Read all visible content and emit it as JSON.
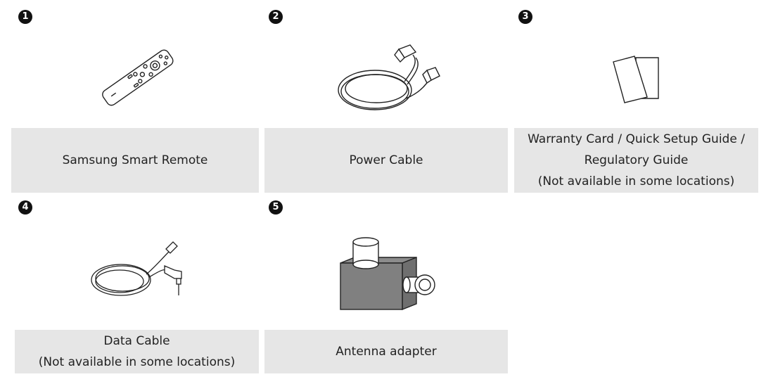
{
  "items": [
    {
      "number": "1",
      "icon": "remote-control-icon",
      "label_lines": [
        "Samsung Smart Remote"
      ]
    },
    {
      "number": "2",
      "icon": "power-cable-icon",
      "label_lines": [
        "Power Cable"
      ]
    },
    {
      "number": "3",
      "icon": "document-icon",
      "label_lines": [
        "Warranty Card / Quick Setup Guide /",
        "Regulatory Guide",
        "(Not available in some locations)"
      ]
    },
    {
      "number": "4",
      "icon": "data-cable-icon",
      "label_lines": [
        "Data Cable",
        "(Not available in some locations)"
      ]
    },
    {
      "number": "5",
      "icon": "antenna-adapter-icon",
      "label_lines": [
        "Antenna adapter"
      ]
    }
  ]
}
